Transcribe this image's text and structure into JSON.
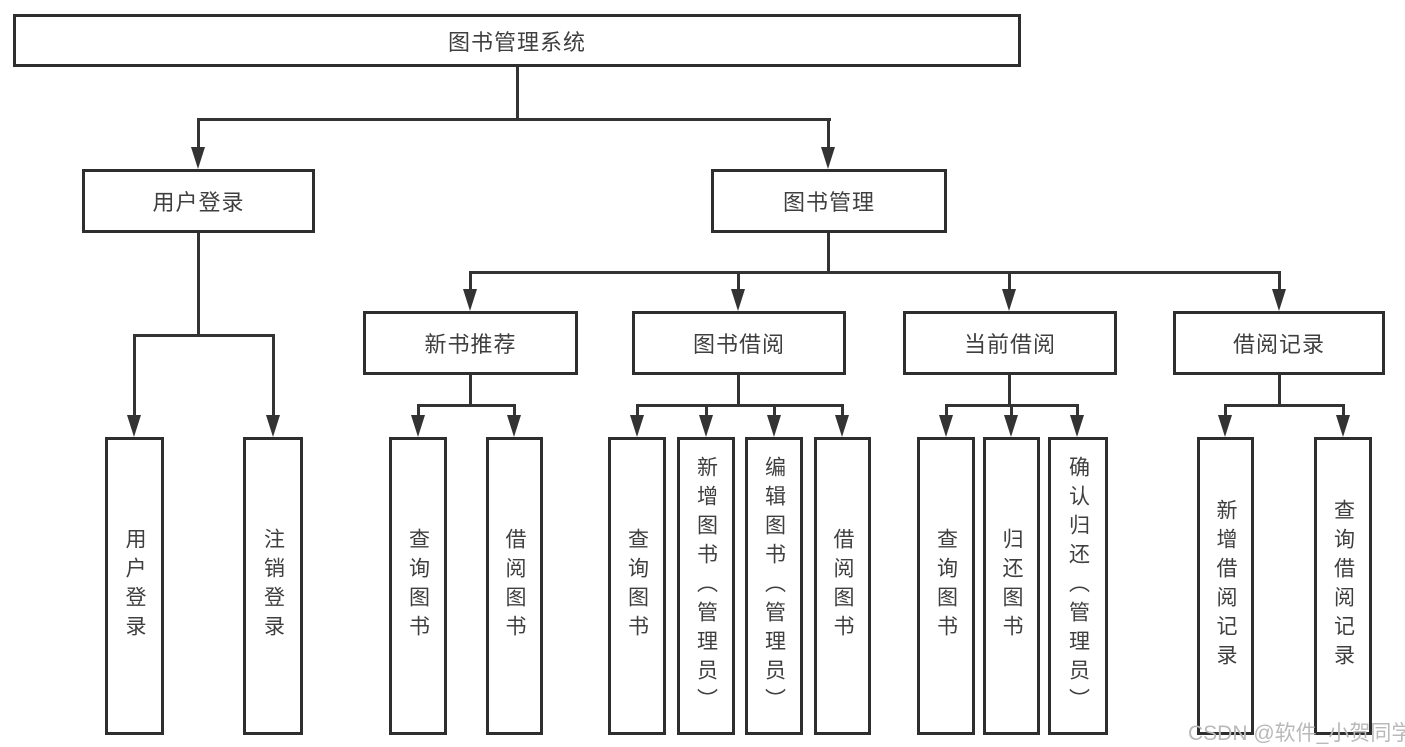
{
  "diagram": {
    "root": "图书管理系统",
    "level2": [
      "用户登录",
      "图书管理"
    ],
    "level3": [
      "新书推荐",
      "图书借阅",
      "当前借阅",
      "借阅记录"
    ],
    "leaves": {
      "user_login": [
        "用户登录",
        "注销登录"
      ],
      "new_books": [
        "查询图书",
        "借阅图书"
      ],
      "book_borrow": [
        "查询图书",
        "新增图书（管理员）",
        "编辑图书（管理员）",
        "借阅图书"
      ],
      "current_borrow": [
        "查询图书",
        "归还图书",
        "确认归还（管理员）"
      ],
      "borrow_records": [
        "新增借阅记录",
        "查询借阅记录"
      ]
    },
    "colors": {
      "line": "#333333",
      "box_border": "#2e2e2e",
      "text": "#3f3f3f",
      "watermark": "#b9b9b9",
      "background": "#ffffff"
    },
    "watermark": "CSDN @软件_小贺同学"
  }
}
